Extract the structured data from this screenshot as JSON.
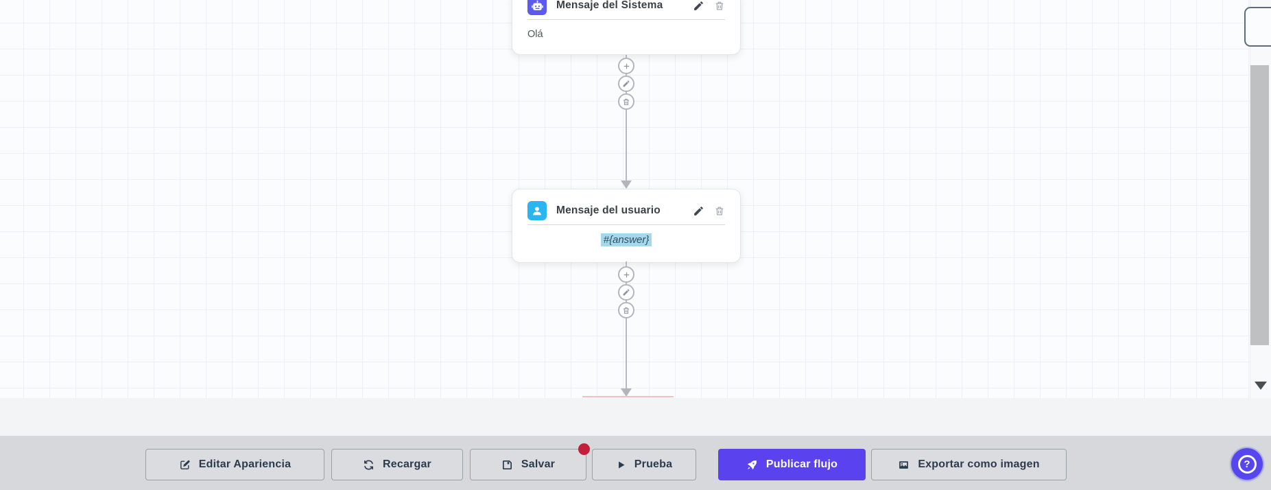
{
  "canvas": {
    "nodes": [
      {
        "title": "Mensaje del Sistema",
        "body": "Olá",
        "icon": "robot-icon",
        "icon_bg": "#5d5bee"
      },
      {
        "title": "Mensaje del usuario",
        "body": "#{answer}",
        "icon": "user-icon",
        "icon_bg": "#29b6f0",
        "body_highlighted": true
      }
    ],
    "connector_buttons": [
      "add",
      "edit",
      "delete"
    ]
  },
  "toolbar": {
    "buttons": [
      {
        "label": "Editar Apariencia",
        "icon": "edit-square-icon"
      },
      {
        "label": "Recargar",
        "icon": "refresh-icon"
      },
      {
        "label": "Salvar",
        "icon": "save-icon",
        "badge": true
      },
      {
        "label": "Prueba",
        "icon": "play-icon"
      },
      {
        "label": "Publicar flujo",
        "icon": "rocket-icon",
        "primary": true
      },
      {
        "label": "Exportar como imagen",
        "icon": "image-icon"
      }
    ]
  },
  "help": {
    "label": "?"
  },
  "colors": {
    "accent": "#5a43ee",
    "system_icon_bg": "#5d5bee",
    "user_icon_bg": "#29b6f0",
    "badge_red": "#c41e3a",
    "selection_highlight": "#a5d8ec",
    "toolbar_bg": "#d6d8dc",
    "canvas_bg": "#fbfcfd",
    "connector_gray": "#b2b6bc"
  }
}
